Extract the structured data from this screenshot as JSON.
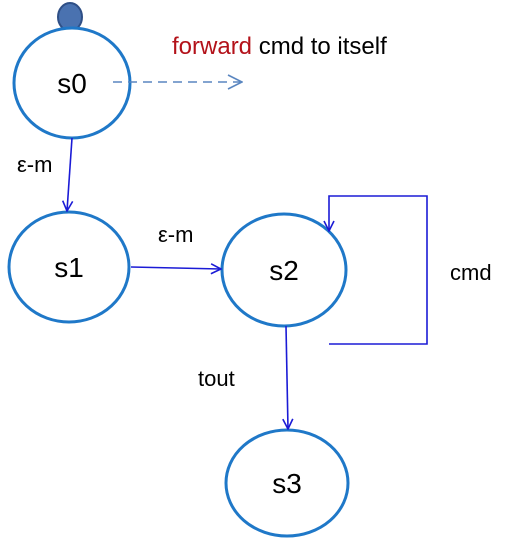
{
  "colors": {
    "state_stroke": "#1f78c8",
    "initial_fill": "#4a72b0",
    "initial_stroke": "#2f4f86",
    "edge": "#1b1bd6",
    "dashed_edge": "#5a86c0",
    "highlight_word": "#b3121a",
    "text": "#000000"
  },
  "states": [
    {
      "id": "s0",
      "label": "s0"
    },
    {
      "id": "s1",
      "label": "s1"
    },
    {
      "id": "s2",
      "label": "s2"
    },
    {
      "id": "s3",
      "label": "s3"
    }
  ],
  "initial_state": "s0",
  "transitions": [
    {
      "from": "s0",
      "to": "s1",
      "label": "ε-m"
    },
    {
      "from": "s1",
      "to": "s2",
      "label": "ε-m"
    },
    {
      "from": "s2",
      "to": "s2",
      "label": "cmd"
    },
    {
      "from": "s2",
      "to": "s3",
      "label": "tout"
    }
  ],
  "annotation": {
    "highlight": "forward",
    "rest": " cmd to itself"
  }
}
